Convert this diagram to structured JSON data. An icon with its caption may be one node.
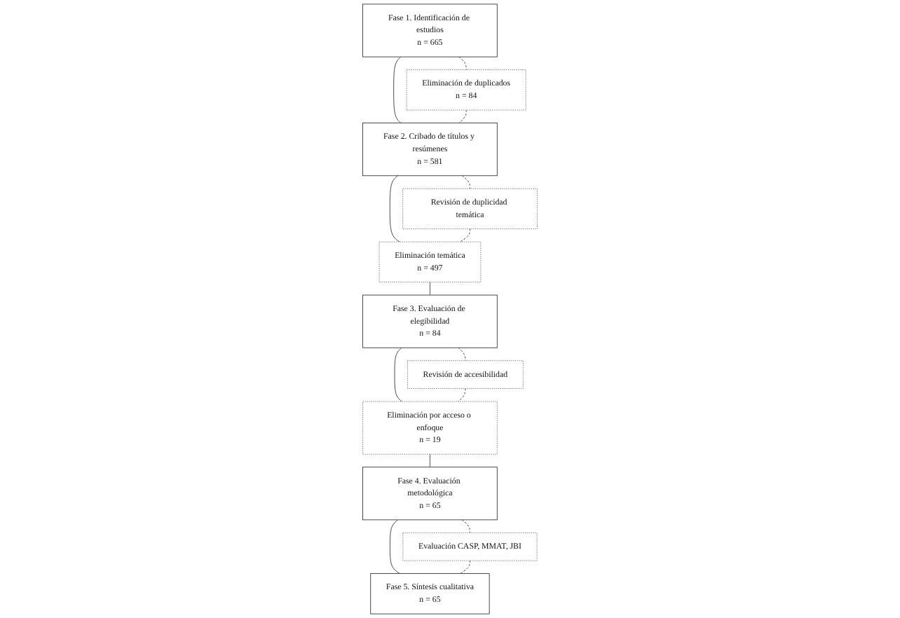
{
  "diagram": {
    "nodes": [
      {
        "text": [
          "Fase 1. Identificación de estudios",
          "n = 665"
        ]
      },
      {
        "text": [
          "Eliminación de duplicados",
          "n = 84"
        ]
      },
      {
        "text": [
          "Fase 2. Cribado de títulos y resúmenes",
          "n = 581"
        ]
      },
      {
        "text": [
          "Revisión de duplicidad temática"
        ]
      },
      {
        "text": [
          "Eliminación temática",
          "n = 497"
        ]
      },
      {
        "text": [
          "Fase 3. Evaluación de elegibilidad",
          "n = 84"
        ]
      },
      {
        "text": [
          "Revisión de accesibilidad"
        ]
      },
      {
        "text": [
          "Eliminación por acceso o enfoque",
          "n = 19"
        ]
      },
      {
        "text": [
          "Fase 4. Evaluación metodológica",
          "n = 65"
        ]
      },
      {
        "text": [
          "Evaluación CASP, MMAT, JBI"
        ]
      },
      {
        "text": [
          "Fase 5. Síntesis cualitativa",
          "n = 65"
        ]
      }
    ],
    "edges": [
      {
        "from": 0,
        "to": 2,
        "arrow": "none"
      },
      {
        "from": 0,
        "to": 1,
        "arrow": "none",
        "style": "dashed"
      },
      {
        "from": 1,
        "to": 2,
        "arrow": "none",
        "style": "dashed"
      },
      {
        "from": 2,
        "to": 4,
        "arrow": "none"
      },
      {
        "from": 2,
        "to": 3,
        "arrow": "none",
        "style": "dashed"
      },
      {
        "from": 3,
        "to": 4,
        "arrow": "none",
        "style": "dashed"
      },
      {
        "from": 4,
        "to": 5,
        "arrow": "none"
      },
      {
        "from": 5,
        "to": 7,
        "arrow": "none"
      },
      {
        "from": 5,
        "to": 6,
        "arrow": "none",
        "style": "dashed"
      },
      {
        "from": 6,
        "to": 7,
        "arrow": "none",
        "style": "dashed"
      },
      {
        "from": 7,
        "to": 8,
        "arrow": "none"
      },
      {
        "from": 8,
        "to": 10,
        "arrow": "none"
      },
      {
        "from": 8,
        "to": 9,
        "arrow": "none",
        "style": "dashed"
      },
      {
        "from": 9,
        "to": 10,
        "arrow": "none",
        "style": "dashed"
      }
    ]
  }
}
